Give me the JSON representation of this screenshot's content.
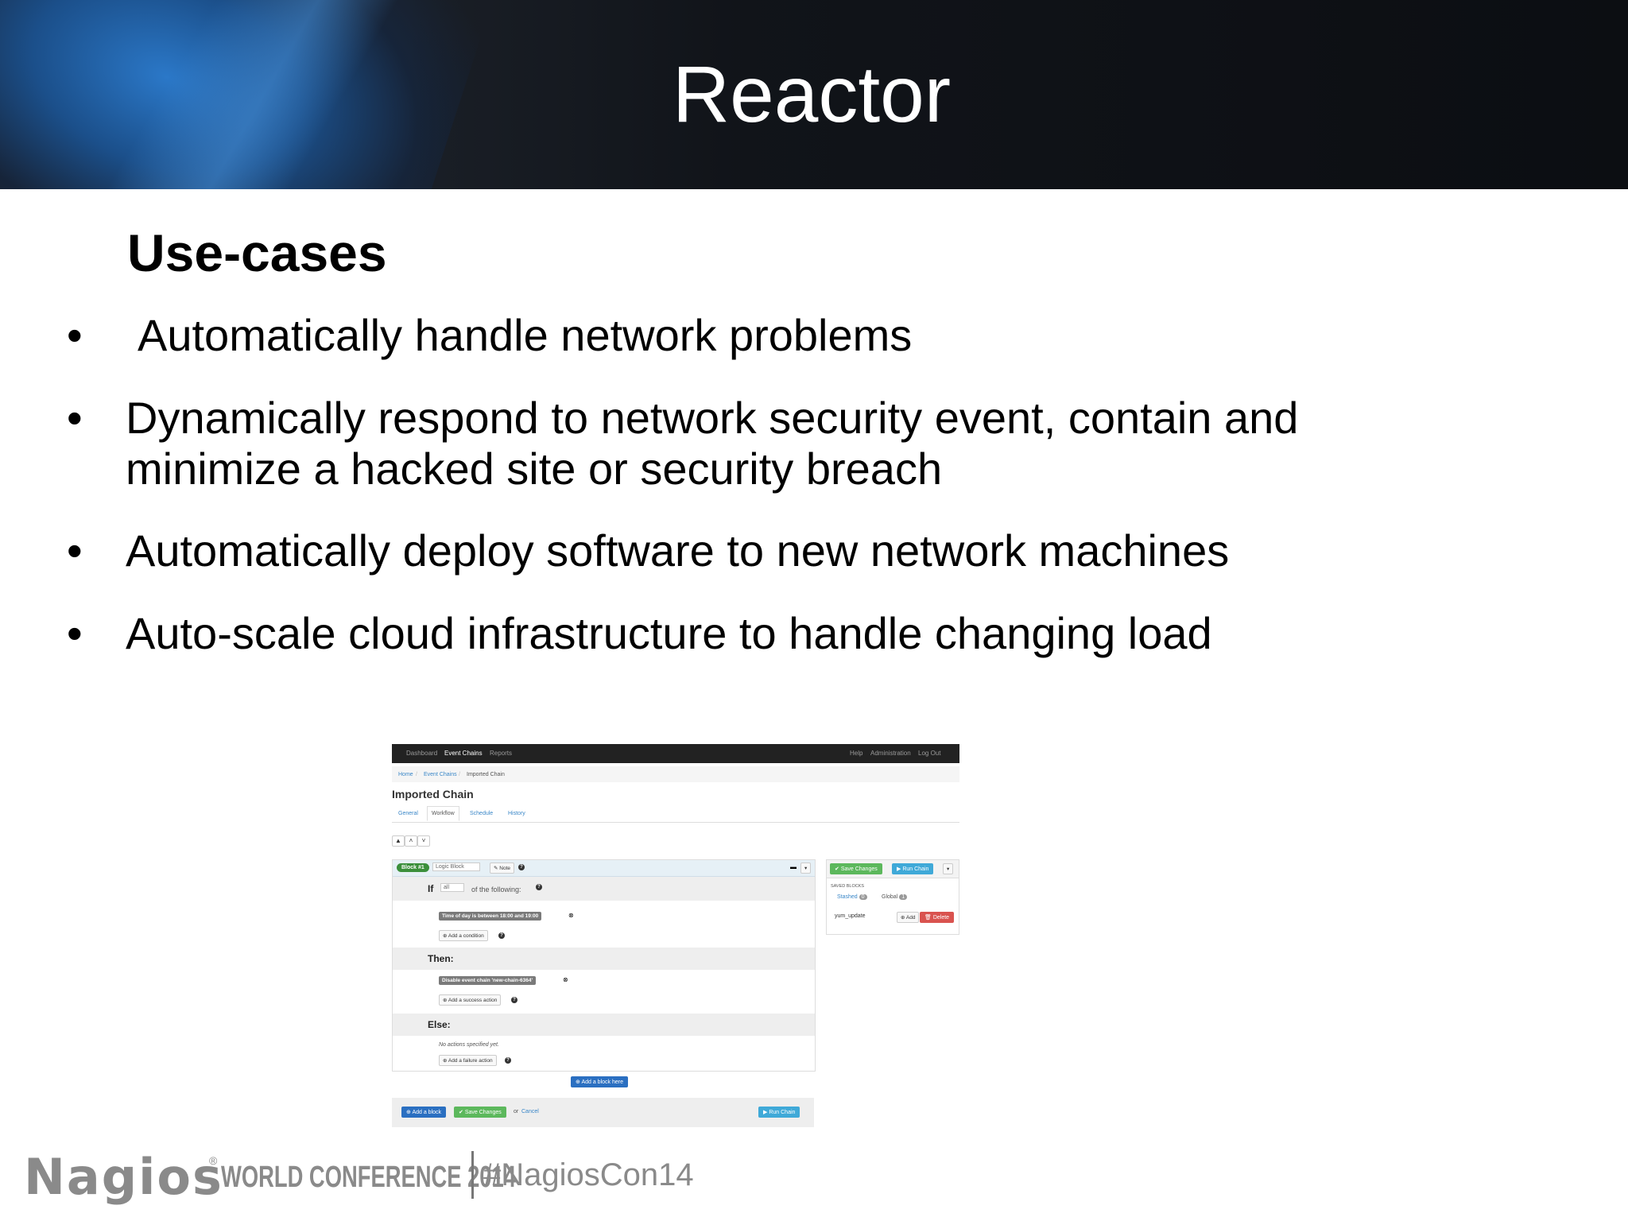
{
  "slide": {
    "title": "Reactor",
    "subtitle": "Use-cases",
    "bullet_char": "•",
    "bullets": [
      " Automatically handle network problems",
      "Dynamically respond to network security event, contain and minimize a hacked site or security breach",
      "Automatically deploy software to new network machines",
      "Auto-scale cloud infrastructure to handle changing load"
    ]
  },
  "screenshot": {
    "nav": {
      "left": [
        "Dashboard",
        "Event Chains",
        "Reports"
      ],
      "active": "Event Chains",
      "right": [
        "Help",
        "Administration",
        "Log Out"
      ]
    },
    "breadcrumb": [
      "Home",
      "Event Chains",
      "Imported Chain"
    ],
    "breadcrumb_sep": "/",
    "page_title": "Imported Chain",
    "tabs": [
      "General",
      "Workflow",
      "Schedule",
      "History"
    ],
    "active_tab": "Workflow",
    "toolbar_icons": [
      "upload-icon",
      "chevron-up-icon",
      "chevron-down-icon"
    ],
    "block": {
      "badge": "Block #1",
      "type_select": "Logic Block",
      "note_button": "Note",
      "if_label": "If",
      "if_select": "all",
      "if_suffix": "of the following:",
      "condition": "Time of day is between 18:00 and 19:00",
      "add_condition": "Add a condition",
      "then_label": "Then:",
      "success_action": "Disable event chain 'new-chain-6364'",
      "add_success": "Add a success action",
      "else_label": "Else:",
      "else_empty": "No actions specified yet.",
      "add_failure": "Add a failure action"
    },
    "add_block_here": "Add a block here",
    "footer": {
      "add_block": "Add a block",
      "save_changes": "Save Changes",
      "or": "or",
      "cancel": "Cancel",
      "run_chain": "Run Chain"
    },
    "side": {
      "save_changes": "Save Changes",
      "run_chain": "Run Chain",
      "saved_blocks": "SAVED BLOCKS",
      "tab_stashed": "Stashed",
      "stashed_count": "0",
      "tab_global": "Global",
      "global_count": "1",
      "item": "yum_update",
      "add": "Add",
      "delete": "Delete"
    },
    "colors": {
      "nav_bg": "#222222",
      "link": "#3a87c8",
      "green": "#5cb85c",
      "blue": "#2a6fc1",
      "red": "#d9534f"
    }
  },
  "footer_logo": {
    "brand": "Nagios",
    "reg": "®",
    "event": "WORLD CONFERENCE 2014",
    "hashtag": "#NagiosCon14"
  }
}
